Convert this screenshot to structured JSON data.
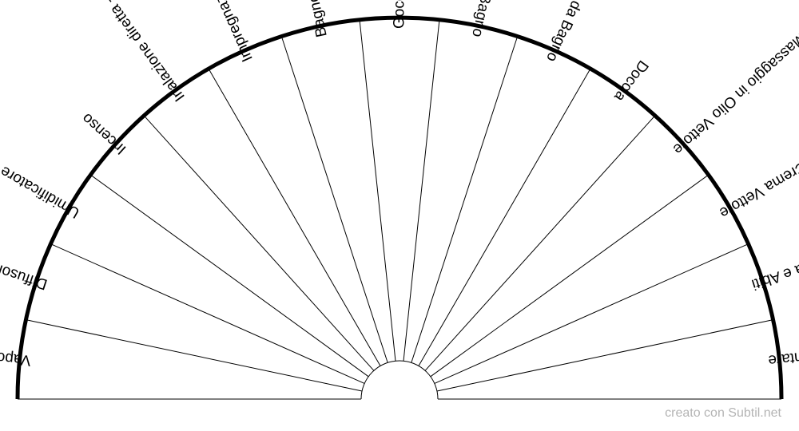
{
  "chart_data": {
    "type": "semicircle-pendulum-chart",
    "sectors": [
      "Vaporizzatore",
      "Diffusore Elettrico",
      "Umidificatore",
      "Incenso",
      "Inalazione diretta - su compressa o fazzoletto",
      "Impregnazione del Ciondolo",
      "Bagno",
      "Gocce in Acqua",
      "Sali da Bagno",
      "Olio da Bagno",
      "Doccia",
      "Massaggio in Olio Vettore",
      "Massaggio in Crema Vettore",
      "Profumazione Biancheria e Abiti",
      "Cucina - Uso Alimentare"
    ]
  },
  "credit": "creato con Subtil.net",
  "colors": {
    "stroke": "#000000",
    "credit": "#b4b4b4",
    "background": "#ffffff"
  }
}
